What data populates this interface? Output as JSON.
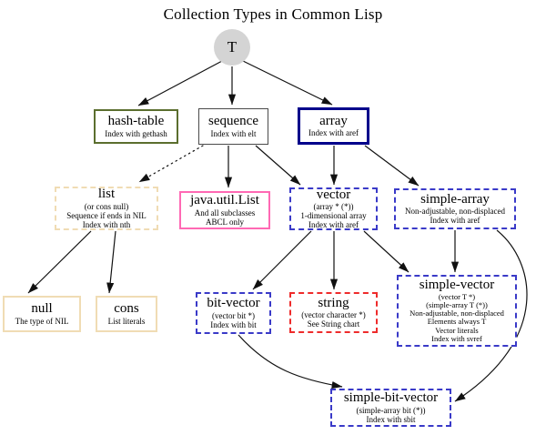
{
  "title": "Collection Types in Common Lisp",
  "colors": {
    "hash_table_border": "#5b6e2e",
    "sequence_border": "#4a4a4a",
    "array_border": "#00008b",
    "wheat_border": "#f0dcb4",
    "pink_border": "#ff69b4",
    "blue_dashed_border": "#3a3ac8",
    "red_dashed_border": "#ee2b2b",
    "t_circle_fill": "#d4d4d4",
    "edge_stroke": "#111111"
  },
  "nodes": {
    "t": {
      "label": "T"
    },
    "hash_table": {
      "title": "hash-table",
      "line1": "Index with gethash"
    },
    "sequence": {
      "title": "sequence",
      "line1": "Index with elt"
    },
    "array": {
      "title": "array",
      "line1": "Index with aref"
    },
    "list": {
      "title": "list",
      "line1": "(or cons null)",
      "line2": "Sequence if ends in NIL",
      "line3": "Index with nth"
    },
    "java_util_list": {
      "title": "java.util.List",
      "line1": "And all subclasses",
      "line2": "ABCL only"
    },
    "vector": {
      "title": "vector",
      "line1": "(array * (*))",
      "line2": "1-dimensional array",
      "line3": "Index with aref"
    },
    "simple_array": {
      "title": "simple-array",
      "line1": "Non-adjustable, non-displaced",
      "line2": "Index with aref"
    },
    "null": {
      "title": "null",
      "line1": "The type of NIL"
    },
    "cons": {
      "title": "cons",
      "line1": "List literals"
    },
    "bit_vector": {
      "title": "bit-vector",
      "line1": "(vector bit *)",
      "line2": "Index with bit"
    },
    "string": {
      "title": "string",
      "line1": "(vector character *)",
      "line2": "See String chart"
    },
    "simple_vector": {
      "title": "simple-vector",
      "line1": "(vector T *)",
      "line2": "(simple-array T (*))",
      "line3": "Non-adjustable, non-displaced",
      "line4": "Elements always T",
      "line5": "Vector literals",
      "line6": "Index with svref"
    },
    "simple_bit_vector": {
      "title": "simple-bit-vector",
      "line1": "(simple-array bit (*))",
      "line2": "Index with sbit"
    }
  },
  "edges": [
    {
      "from": "T",
      "to": "hash-table",
      "style": "solid"
    },
    {
      "from": "T",
      "to": "sequence",
      "style": "solid"
    },
    {
      "from": "T",
      "to": "array",
      "style": "solid"
    },
    {
      "from": "sequence",
      "to": "list",
      "style": "dotted"
    },
    {
      "from": "sequence",
      "to": "java.util.List",
      "style": "solid"
    },
    {
      "from": "sequence",
      "to": "vector",
      "style": "solid"
    },
    {
      "from": "array",
      "to": "vector",
      "style": "solid"
    },
    {
      "from": "array",
      "to": "simple-array",
      "style": "solid"
    },
    {
      "from": "list",
      "to": "null",
      "style": "solid"
    },
    {
      "from": "list",
      "to": "cons",
      "style": "solid"
    },
    {
      "from": "vector",
      "to": "bit-vector",
      "style": "solid"
    },
    {
      "from": "vector",
      "to": "string",
      "style": "solid"
    },
    {
      "from": "vector",
      "to": "simple-vector",
      "style": "solid"
    },
    {
      "from": "simple-array",
      "to": "simple-vector",
      "style": "solid"
    },
    {
      "from": "simple-array",
      "to": "simple-bit-vector",
      "style": "curved"
    },
    {
      "from": "bit-vector",
      "to": "simple-bit-vector",
      "style": "curved"
    }
  ]
}
